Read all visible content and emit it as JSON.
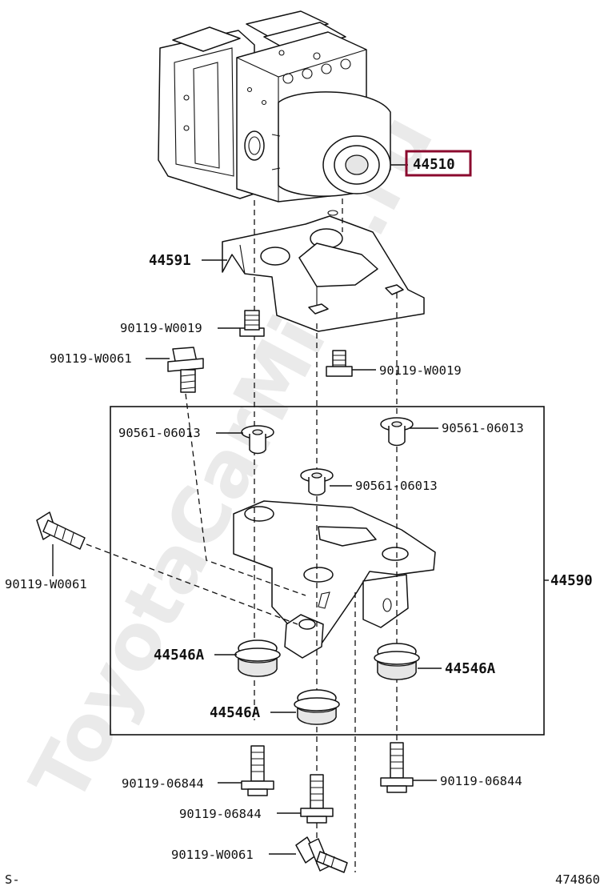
{
  "watermark": "ToyotaCarMine.ru",
  "highlight_color": "#8b0a2e",
  "labels": {
    "p44510": "44510",
    "p44591": "44591",
    "p90119_w0019_a": "90119-W0019",
    "p90119_w0061_a": "90119-W0061",
    "p90119_w0019_b": "90119-W0019",
    "p90561_a": "90561-06013",
    "p90561_b": "90561-06013",
    "p90561_c": "90561-06013",
    "p90119_w0061_b": "90119-W0061",
    "p44590": "44590",
    "p44546a_a": "44546A",
    "p44546a_b": "44546A",
    "p44546a_c": "44546A",
    "p90119_06844_a": "90119-06844",
    "p90119_06844_b": "90119-06844",
    "p90119_06844_c": "90119-06844",
    "p90119_w0061_c": "90119-W0061"
  },
  "footer": {
    "left": "S-",
    "right": "474860"
  }
}
